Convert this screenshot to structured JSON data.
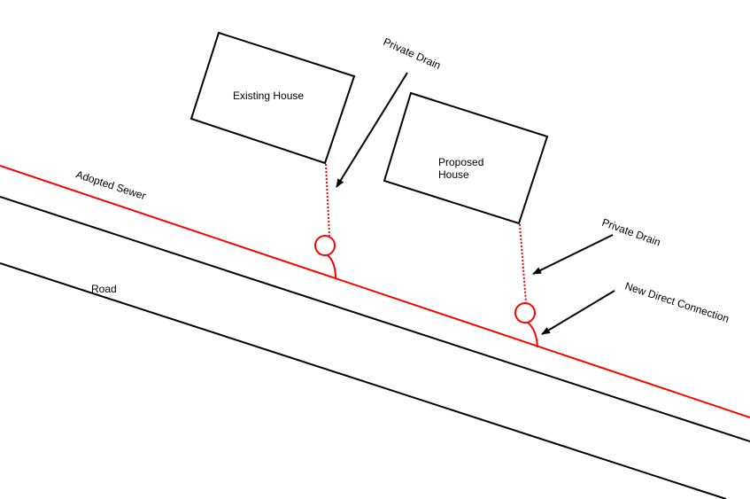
{
  "labels": {
    "private_drain_1": "Private Drain",
    "existing_house": "Existing House",
    "proposed_house_line1": "Proposed",
    "proposed_house_line2": "House",
    "adopted_sewer": "Adopted Sewer",
    "road": "Road",
    "private_drain_2": "Private Drain",
    "new_direct_connection": "New Direct Connection"
  },
  "colors": {
    "sewer": "#ff0000",
    "lines": "#000000"
  }
}
